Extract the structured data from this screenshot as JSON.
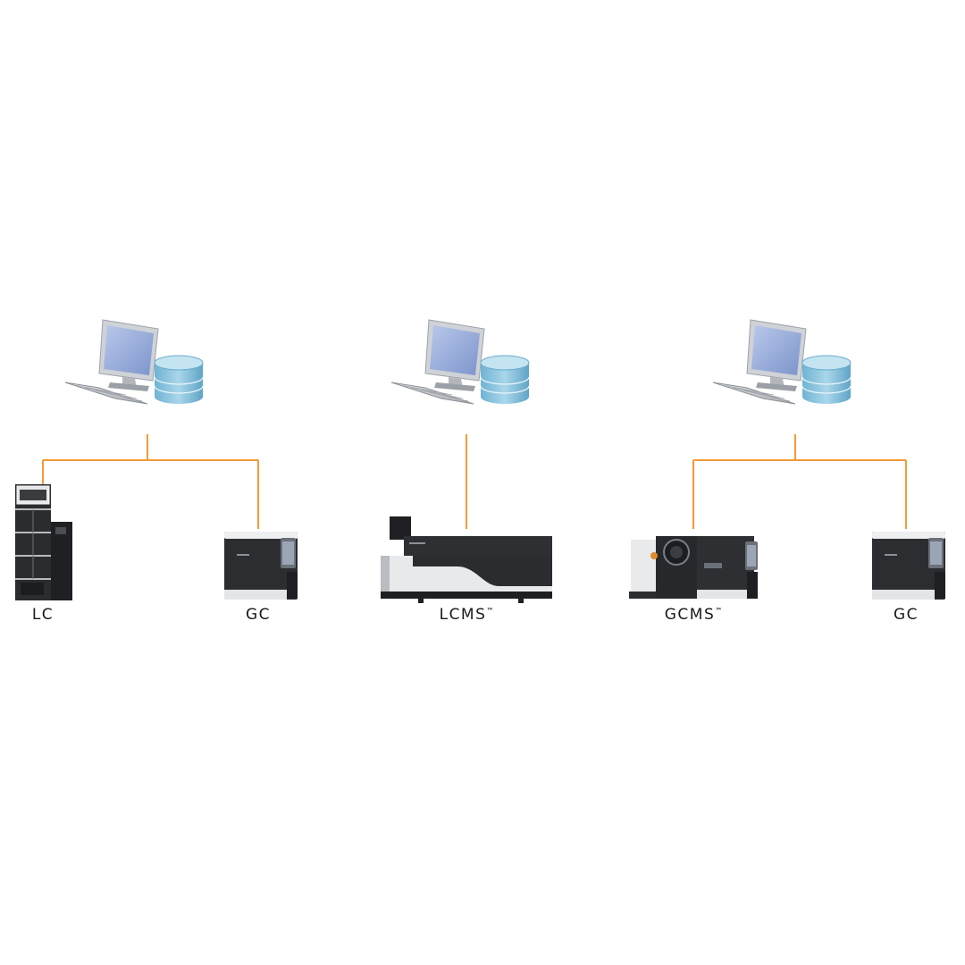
{
  "colors": {
    "link": "#f39a3a",
    "monitor_frame": "#c9ccd1",
    "screen": "#8fa5d6",
    "database": "#8ec6df",
    "instrument_dark": "#2b2d30",
    "instrument_light": "#e9eaec"
  },
  "icons": [
    "workstation-icon",
    "database-icon",
    "lc-instrument-icon",
    "gc-instrument-icon",
    "lcms-instrument-icon",
    "gcms-instrument-icon"
  ],
  "groups": [
    {
      "instruments": [
        {
          "type": "lc",
          "label": "LC",
          "tm": ""
        },
        {
          "type": "gc",
          "label": "GC",
          "tm": ""
        }
      ]
    },
    {
      "instruments": [
        {
          "type": "lcms",
          "label": "LCMS",
          "tm": "™"
        }
      ]
    },
    {
      "instruments": [
        {
          "type": "gcms",
          "label": "GCMS",
          "tm": "™"
        },
        {
          "type": "gc",
          "label": "GC",
          "tm": ""
        }
      ]
    }
  ]
}
